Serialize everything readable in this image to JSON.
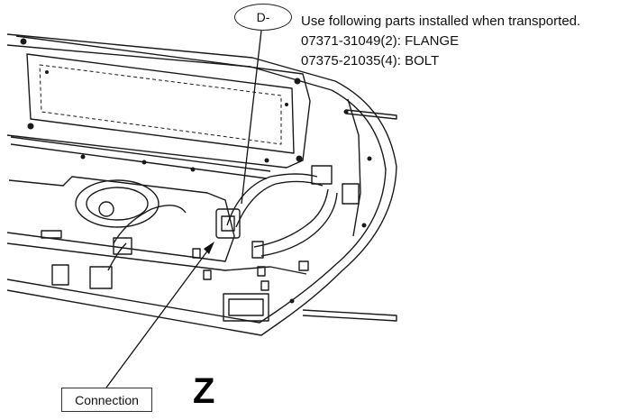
{
  "reference_label": "D-",
  "transport_note": {
    "line1": "Use following parts installed when transported.",
    "line2": "07371-31049(2): FLANGE",
    "line3": "07375-21035(4): BOLT"
  },
  "callout_label": "Connection",
  "view_label": "Z"
}
